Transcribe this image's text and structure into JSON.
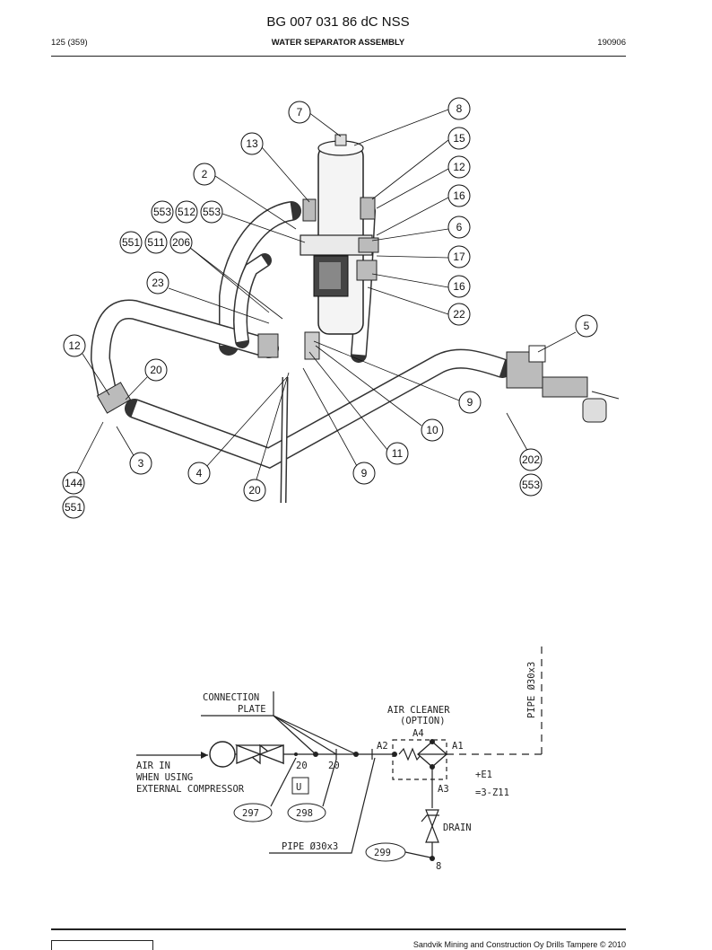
{
  "header": {
    "doc_title": "BG 007 031 86 dC NSS",
    "page_ref": "125 (359)",
    "section_title": "WATER SEPARATOR ASSEMBLY",
    "date_code": "190906"
  },
  "footer": {
    "text": "Sandvik Mining and Construction Oy Drills Tampere © 2010"
  },
  "callouts": [
    "7",
    "8",
    "13",
    "15",
    "2",
    "12",
    "16",
    "553",
    "512",
    "553",
    "6",
    "551",
    "511",
    "206",
    "17",
    "23",
    "16",
    "22",
    "5",
    "12",
    "20",
    "9",
    "10",
    "11",
    "3",
    "4",
    "9",
    "202",
    "144",
    "20",
    "553",
    "551"
  ],
  "schematic": {
    "connection_plate_l1": "CONNECTION",
    "connection_plate_l2": "PLATE",
    "air_cleaner_l1": "AIR CLEANER",
    "air_cleaner_l2": "(OPTION)",
    "air_in_l1": "AIR IN",
    "air_in_l2": "WHEN USING",
    "air_in_l3": "EXTERNAL COMPRESSOR",
    "port_a1": "A1",
    "port_a2": "A2",
    "port_a3": "A3",
    "port_a4": "A4",
    "label_20a": "20",
    "label_20b": "20",
    "label_u": "U",
    "ref_297": "297",
    "ref_298": "298",
    "ref_299": "299",
    "label_8": "8",
    "e1_l1": "+E1",
    "e1_l2": "=3-Z11",
    "drain": "DRAIN",
    "pipe_vertical": "PIPE Ø30x3",
    "pipe_bottom": "PIPE Ø30x3"
  }
}
